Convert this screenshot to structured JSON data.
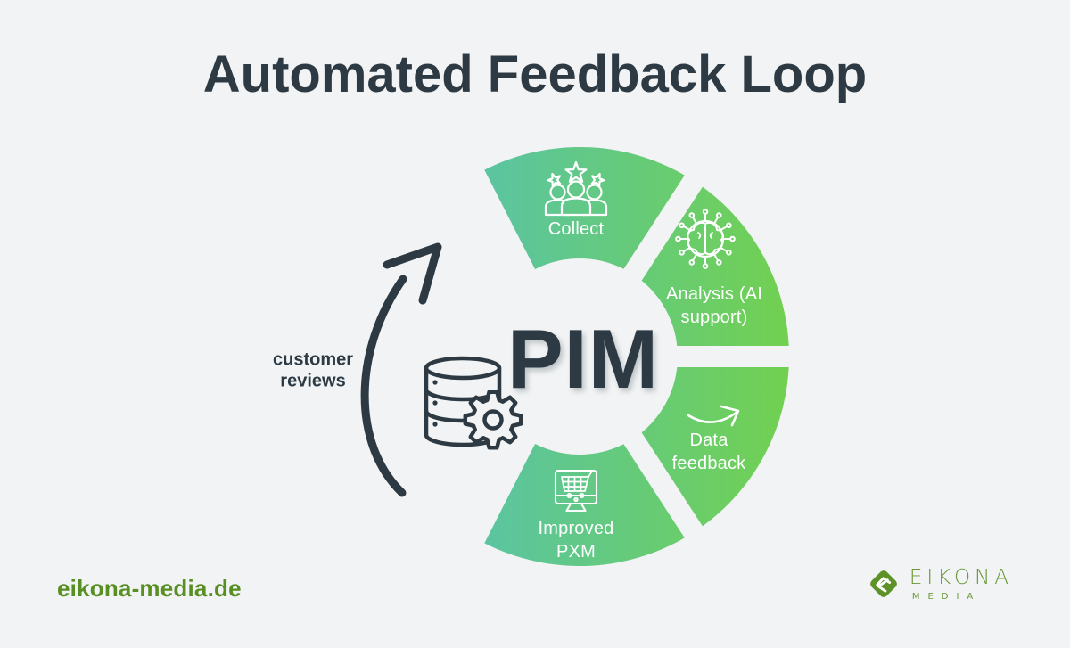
{
  "title": "Automated Feedback Loop",
  "colors": {
    "background": "#f1f3f4",
    "ink": "#2d3a43",
    "ring_teal": "#58c3ab",
    "ring_green": "#72d14e",
    "label_white": "#ffffff",
    "website_green": "#588f23",
    "logo_green": "#6a9737"
  },
  "diagram": {
    "center_label": "PIM",
    "center_icon": "database-gear-icon",
    "input_label": "customer\nreviews",
    "input_arrow": "curved-feedback-arrow",
    "segments": [
      {
        "id": "collect",
        "label": "Collect",
        "icon": "customers-stars-icon"
      },
      {
        "id": "analysis",
        "label": "Analysis (AI\nsupport)",
        "icon": "ai-brain-icon"
      },
      {
        "id": "data-feedback",
        "label": "Data\nfeedback",
        "icon": "growth-arrow-icon"
      },
      {
        "id": "improved-pxm",
        "label": "Improved\nPXM",
        "icon": "monitor-cart-icon"
      }
    ]
  },
  "footer": {
    "website": "eikona-media.de",
    "logo_text": "EIKONA",
    "logo_subtext": "MEDIA"
  }
}
